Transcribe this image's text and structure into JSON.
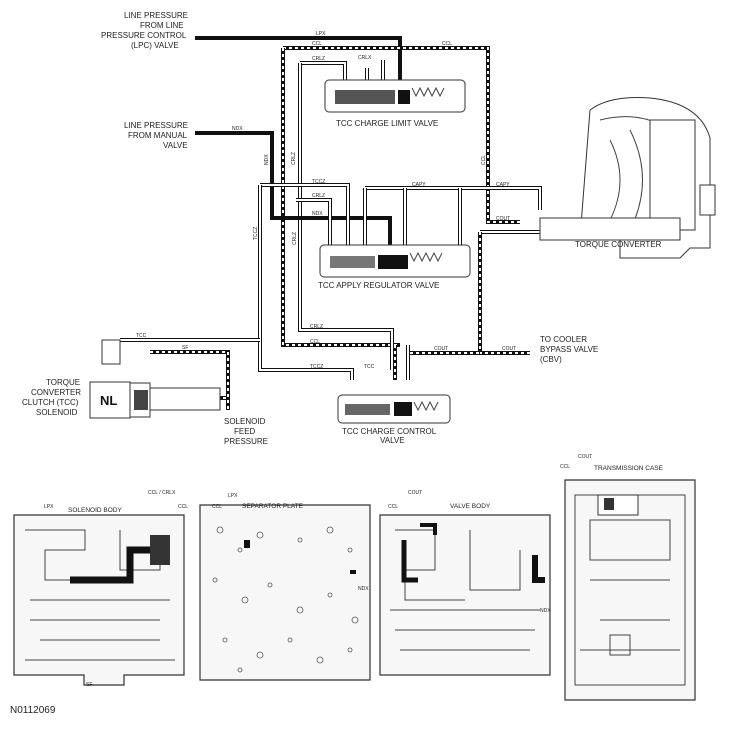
{
  "labels": {
    "line_pressure_lpc": [
      "LINE PRESSURE",
      "FROM LINE",
      "PRESSURE CONTROL",
      "(LPC) VALVE"
    ],
    "line_pressure_manual": [
      "LINE PRESSURE",
      "FROM MANUAL",
      "VALVE"
    ],
    "tcc_charge_limit_valve": "TCC CHARGE LIMIT VALVE",
    "tcc_apply_regulator_valve": "TCC APPLY REGULATOR VALVE",
    "torque_converter": "TORQUE CONVERTER",
    "to_cooler": [
      "TO COOLER",
      "BYPASS VALVE",
      "(CBV)"
    ],
    "tcc_charge_control_valve": [
      "TCC CHARGE CONTROL",
      "VALVE"
    ],
    "tcc_solenoid": [
      "TORQUE",
      "CONVERTER",
      "CLUTCH (TCC)",
      "SOLENOID"
    ],
    "solenoid_feed": [
      "SOLENOID",
      "FEED",
      "PRESSURE"
    ],
    "nl": "NL",
    "solenoid_body": "SOLENOID BODY",
    "separator_plate": "SEPARATOR PLATE",
    "valve_body": "VALVE BODY",
    "transmission_case": "TRANSMISSION CASE",
    "figure_id": "N0112069"
  },
  "passages": {
    "lpx": "LPX",
    "ccl": "CCL",
    "crlz": "CRLZ",
    "crlx": "CRLX",
    "ndx": "NDX",
    "tccz": "TCCZ",
    "capy": "CAPY",
    "cout": "COUT",
    "tcc": "TCC",
    "sf": "SF",
    "ccl_crlx": "CCL / CRLX"
  },
  "colors": {
    "pipe": "#111111",
    "pipe_fill": "#ffffff",
    "valve": "#333333"
  }
}
